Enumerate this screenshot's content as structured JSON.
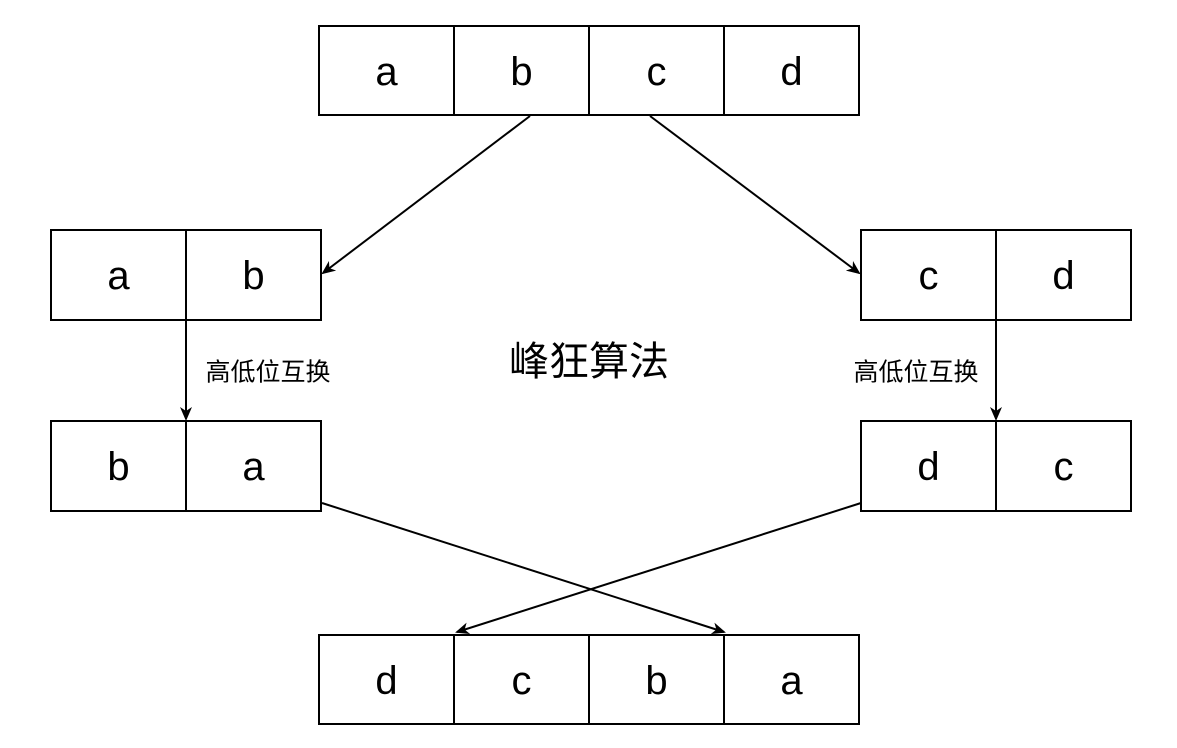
{
  "title": "峰狂算法",
  "rows": {
    "top": [
      "a",
      "b",
      "c",
      "d"
    ],
    "left_pair": [
      "a",
      "b"
    ],
    "right_pair": [
      "c",
      "d"
    ],
    "left_swapped": [
      "b",
      "a"
    ],
    "right_swapped": [
      "d",
      "c"
    ],
    "result": [
      "d",
      "c",
      "b",
      "a"
    ]
  },
  "labels": {
    "left_swap": "高低位互换",
    "right_swap": "高低位互换"
  }
}
